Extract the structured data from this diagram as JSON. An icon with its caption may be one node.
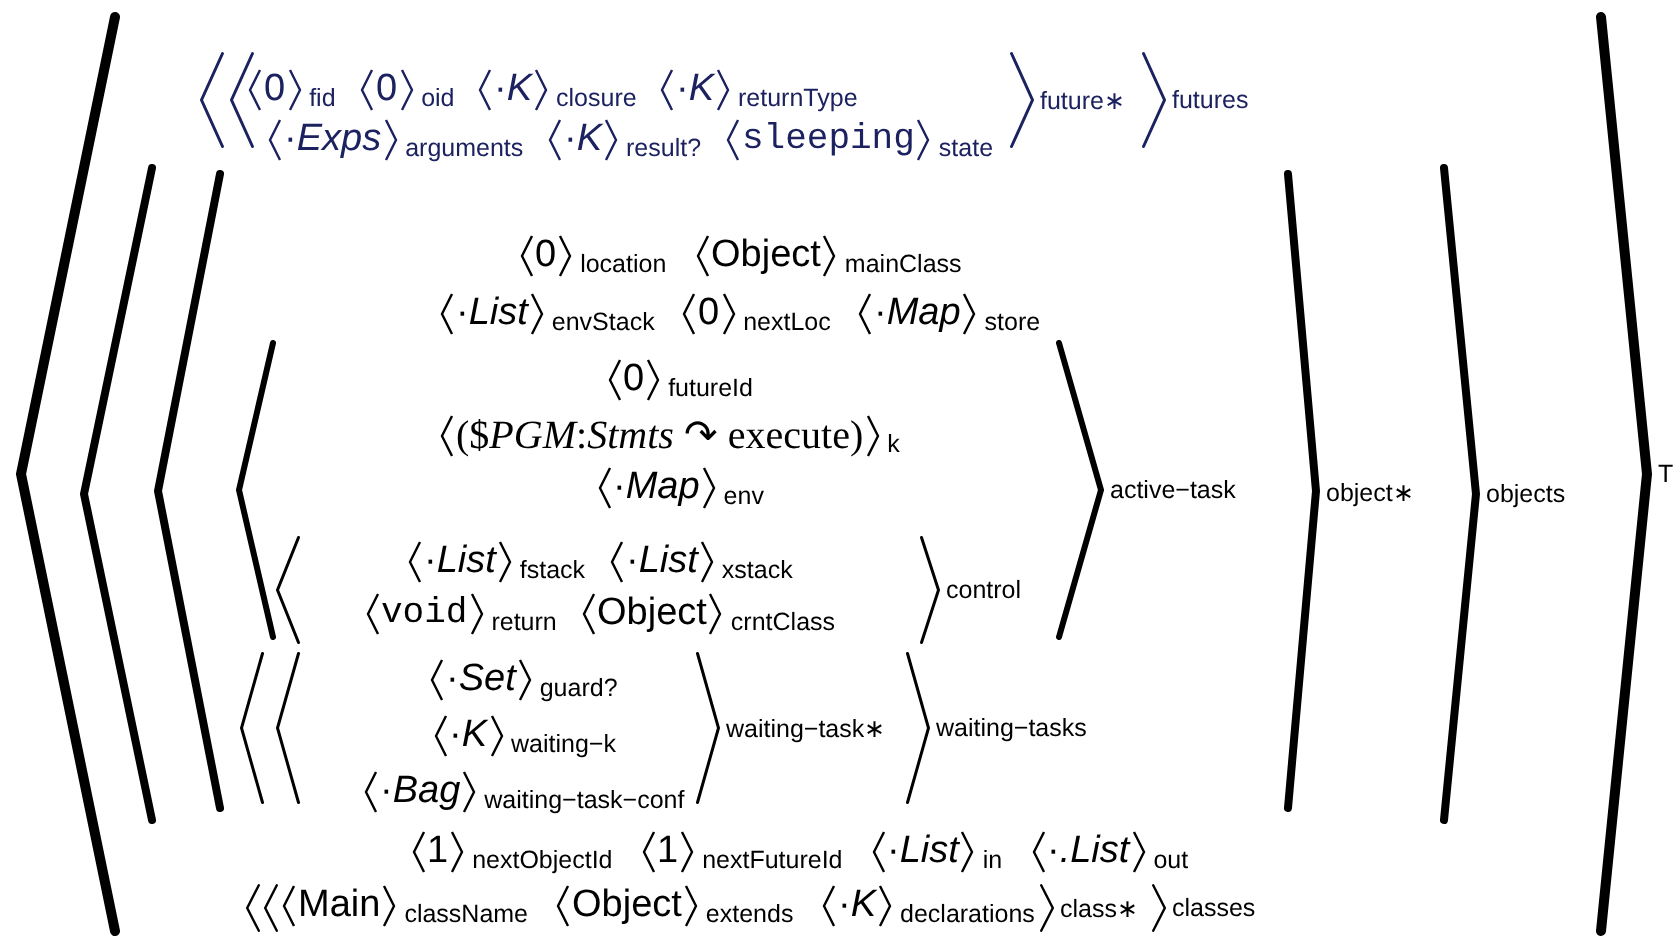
{
  "diagram": {
    "nodes": [
      {
        "text": [
          "T"
        ]
      },
      {
        "text": [
          "futures"
        ],
        "in": 0
      },
      {
        "text": [
          "future∗"
        ],
        "in": 1
      },
      {
        "text": [
          "0",
          "fid"
        ],
        "in": 2
      },
      {
        "text": [
          "0",
          "oid"
        ],
        "in": 2
      },
      {
        "text": [
          "·*K*",
          "closure"
        ],
        "in": 2
      },
      {
        "text": [
          "·*K*",
          "returnType"
        ],
        "in": 2
      },
      {
        "text": [
          "·*Exps*",
          "arguments"
        ],
        "in": 2
      },
      {
        "text": [
          "·*K*",
          "result?"
        ],
        "in": 2
      },
      {
        "text": [
          "sleeping",
          "state"
        ],
        "in": 2
      },
      {
        "text": [
          "objects"
        ],
        "in": 0
      },
      {
        "text": [
          "object∗"
        ],
        "in": 10
      },
      {
        "text": [
          "0",
          "location"
        ],
        "in": 11
      },
      {
        "text": [
          "Object",
          "mainClass"
        ],
        "in": 11
      },
      {
        "text": [
          "·*List*",
          "envStack"
        ],
        "in": 11
      },
      {
        "text": [
          "0",
          "nextLoc"
        ],
        "in": 11
      },
      {
        "text": [
          "·*Map*",
          "store"
        ],
        "in": 11
      },
      {
        "text": [
          "active−task"
        ],
        "in": 11
      },
      {
        "text": [
          "0",
          "futureId"
        ],
        "in": 17
      },
      {
        "text": [
          "($*PGM*:*Stmts* ↷ execute)",
          "k"
        ],
        "in": 17
      },
      {
        "text": [
          "·*Map*",
          "env"
        ],
        "in": 17
      },
      {
        "text": [
          "control"
        ],
        "in": 17
      },
      {
        "text": [
          "·*List*",
          "fstack"
        ],
        "in": 21
      },
      {
        "text": [
          "·*List*",
          "xstack"
        ],
        "in": 21
      },
      {
        "text": [
          "void",
          "return"
        ],
        "in": 21
      },
      {
        "text": [
          "Object",
          "crntClass"
        ],
        "in": 21
      },
      {
        "text": [
          "waiting−tasks"
        ],
        "in": 11
      },
      {
        "text": [
          "waiting−task∗"
        ],
        "in": 26
      },
      {
        "text": [
          "·*Set*",
          "guard?"
        ],
        "in": 27
      },
      {
        "text": [
          "·*K*",
          "waiting−k"
        ],
        "in": 27
      },
      {
        "text": [
          "·*Bag*",
          "waiting−task−conf"
        ],
        "in": 27
      },
      {
        "text": [
          "1",
          "nextObjectId"
        ],
        "in": 0
      },
      {
        "text": [
          "1",
          "nextFutureId"
        ],
        "in": 0
      },
      {
        "text": [
          "·*List*",
          "in"
        ],
        "in": 0
      },
      {
        "text": [
          "·*.List*",
          "out"
        ],
        "in": 0
      },
      {
        "text": [
          "classes"
        ],
        "in": 0
      },
      {
        "text": [
          "class∗"
        ],
        "in": 35
      },
      {
        "text": [
          "Main",
          "className"
        ],
        "in": 36
      },
      {
        "text": [
          "Object",
          "extends"
        ],
        "in": 36
      },
      {
        "text": [
          "·*K*",
          "declarations"
        ],
        "in": 36
      }
    ]
  }
}
